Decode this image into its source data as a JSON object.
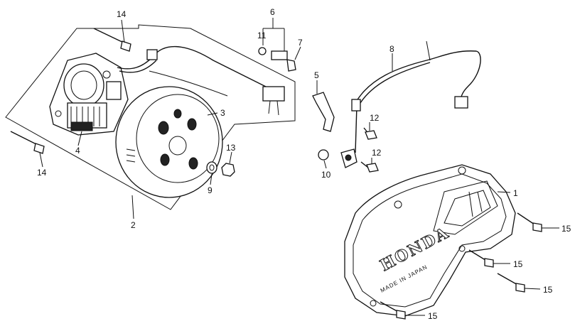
{
  "callouts": {
    "c1": "1",
    "c2": "2",
    "c3": "3",
    "c4": "4",
    "c5": "5",
    "c6": "6",
    "c7": "7",
    "c8": "8",
    "c9": "9",
    "c10": "10",
    "c11": "11",
    "c12a": "12",
    "c12b": "12",
    "c13": "13",
    "c14a": "14",
    "c14b": "14",
    "c15a": "15",
    "c15b": "15",
    "c15c": "15",
    "c15d": "15"
  },
  "cover_text": {
    "brand": "HONDA",
    "origin": "MADE IN JAPAN"
  }
}
